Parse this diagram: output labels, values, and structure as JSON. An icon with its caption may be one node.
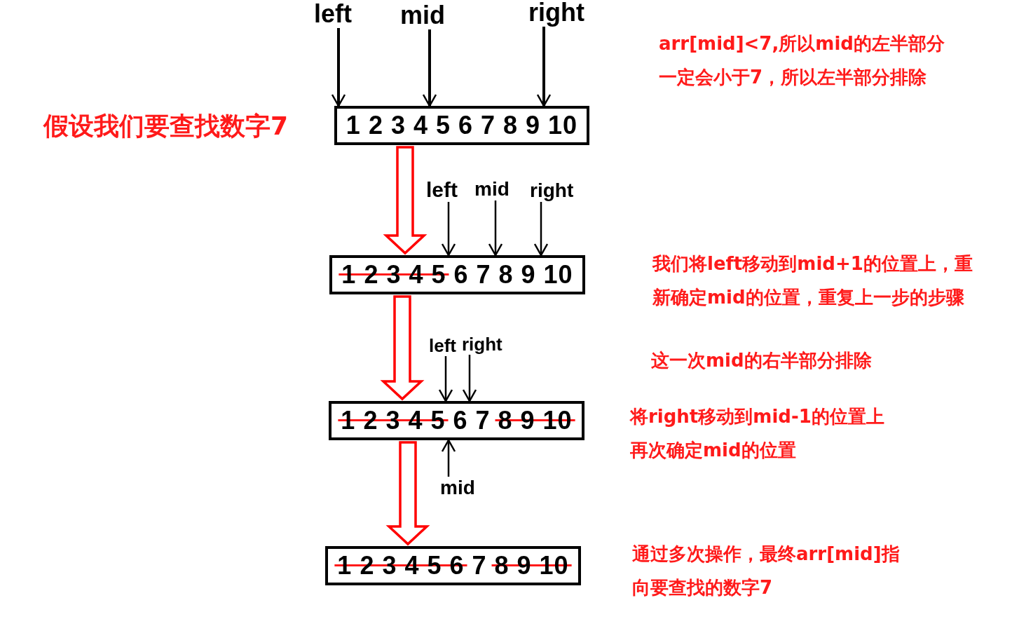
{
  "diagram": {
    "nodes": [
      {
        "text": [
          "left"
        ]
      },
      {
        "text": [
          "mid"
        ]
      },
      {
        "text": [
          "right"
        ]
      },
      {
        "text": [
          "1 2 3 4 5 6 7 8 9 10"
        ]
      },
      {
        "text": [
          "left"
        ]
      },
      {
        "text": [
          "mid"
        ]
      },
      {
        "text": [
          "right"
        ]
      },
      {
        "text": [
          "1 2 3 4 5 6 7 8 9 10"
        ]
      },
      {
        "text": [
          "left"
        ]
      },
      {
        "text": [
          "right"
        ]
      },
      {
        "text": [
          "1 2 3 4 5 6 7 8 9 10"
        ]
      },
      {
        "text": [
          "mid"
        ]
      },
      {
        "text": [
          "1 2 3 4 5 6 7 8 9 10"
        ]
      }
    ],
    "edges": [
      {
        "from": 0,
        "to": 3,
        "arrow": "to"
      },
      {
        "from": 1,
        "to": 3,
        "arrow": "to"
      },
      {
        "from": 2,
        "to": 3,
        "arrow": "to"
      },
      {
        "from": 3,
        "to": 7,
        "arrow": "to",
        "color": "#ff0000"
      },
      {
        "from": 4,
        "to": 7,
        "arrow": "to"
      },
      {
        "from": 5,
        "to": 7,
        "arrow": "to"
      },
      {
        "from": 6,
        "to": 7,
        "arrow": "to"
      },
      {
        "from": 7,
        "to": 10,
        "arrow": "to",
        "color": "#ff0000"
      },
      {
        "from": 8,
        "to": 10,
        "arrow": "to"
      },
      {
        "from": 9,
        "to": 10,
        "arrow": "to"
      },
      {
        "from": 11,
        "to": 10,
        "arrow": "to"
      },
      {
        "from": 10,
        "to": 12,
        "arrow": "to",
        "color": "#ff0000"
      }
    ],
    "labels": [
      "arr[mid]<7,所以mid的左半部分一定会小于7，所以左半部分排除",
      "假设我们要查找数字7",
      "我们将left移动到mid+1的位置上，重新确定mid的位置，重复上一步的步骤",
      "这一次mid的右半部分排除",
      "将right移动到mid-1的位置上再次确定mid的位置",
      "通过多次操作，最终arr[mid]指向要查找的数字7"
    ]
  }
}
